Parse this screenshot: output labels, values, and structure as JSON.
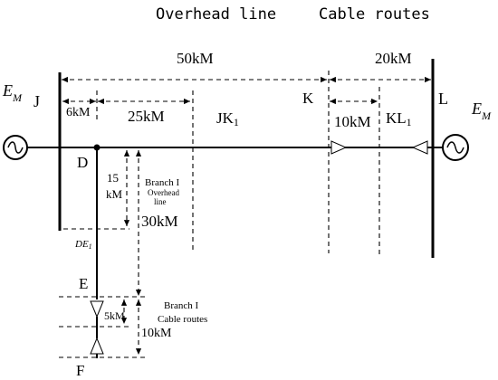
{
  "sections": {
    "overhead_title": "Overhead line",
    "cable_title": "Cable routes"
  },
  "buses": {
    "J": "J",
    "K": "K",
    "L": "L",
    "D": "D",
    "E": "E",
    "F": "F"
  },
  "sources": {
    "left_base": "E",
    "left_sub": "M",
    "right_base": "E",
    "right_sub": "M"
  },
  "faults": {
    "jk_base": "JK",
    "jk_sub": "1",
    "kl_base": "KL",
    "kl_sub": "1",
    "de_base": "DE",
    "de_sub": "1"
  },
  "distances": {
    "jk_total": "50kM",
    "kl_total": "20kM",
    "jd": "6kM",
    "d_fault": "25kM",
    "k_fault": "10kM",
    "branch_overhead_fault_line1": "15",
    "branch_overhead_fault_line2": "kM",
    "branch_overhead_total": "30kM",
    "branch_cable_fault": "5kM",
    "branch_cable_total": "10kM"
  },
  "branch_labels": {
    "overhead_line1": "Branch I",
    "overhead_line2": "Overhead",
    "overhead_line3": "line",
    "cable_line1": "Branch I",
    "cable_line2": "Cable routes"
  }
}
